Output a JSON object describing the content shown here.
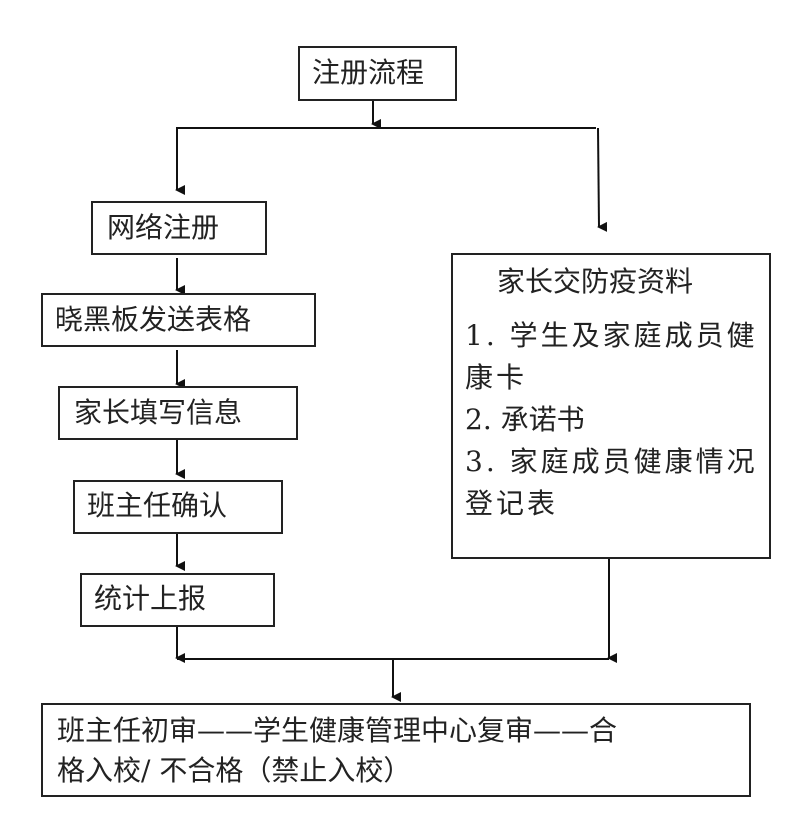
{
  "title": "注册流程",
  "left_steps": [
    {
      "label": "网络注册"
    },
    {
      "label": "晓黑板发送表格"
    },
    {
      "label": "家长填写信息"
    },
    {
      "label": "班主任确认"
    },
    {
      "label": "统计上报"
    }
  ],
  "right_box": {
    "heading": "家长交防疫资料",
    "items": [
      "1. 学生及家庭成员健康卡",
      "2. 承诺书",
      "3. 家庭成员健康情况登记表"
    ]
  },
  "final": {
    "line1": "班主任初审——学生健康管理中心复审——合",
    "line2": "格入校/ 不合格（禁止入校）"
  }
}
